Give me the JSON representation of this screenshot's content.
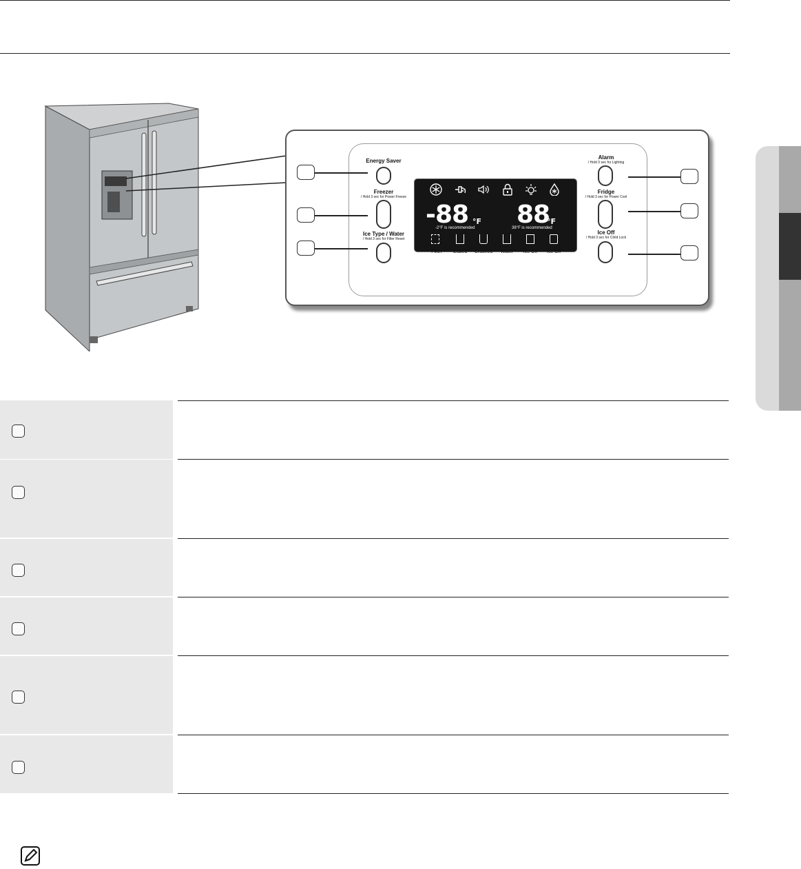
{
  "panel": {
    "buttons_left": [
      {
        "label": "Energy Saver",
        "sub": ""
      },
      {
        "label": "Freezer",
        "sub": "/ Hold 3 sec for Power Freeze"
      },
      {
        "label": "Ice Type / Water",
        "sub": "/ Hold 3 sec for Filter Reset"
      }
    ],
    "buttons_right": [
      {
        "label": "Alarm",
        "sub": "/ Hold 3 sec for Lighting"
      },
      {
        "label": "Fridge",
        "sub": "/ Hold 3 sec for Power Cool"
      },
      {
        "label": "Ice Off",
        "sub": "/ Hold 3 sec for Child Lock"
      }
    ],
    "display": {
      "freezer_temp": "-88",
      "fridge_temp": "88",
      "unit": "°F",
      "freezer_note": "-2°F is recommended",
      "fridge_note": "38°F is recommended",
      "top_icons": [
        "snowflake-icon",
        "plug-icon",
        "speaker-icon",
        "lock-icon",
        "light-icon",
        "drop-icon"
      ],
      "bottom_labels": [
        "Filter",
        "Cubed",
        "Crushed",
        "Water",
        "Ice Off",
        "Ice Off"
      ]
    }
  },
  "colors": {
    "tab_light": "#d9d9d9",
    "tab_dark": "#333333",
    "row_shade": "#e8e8e8"
  }
}
